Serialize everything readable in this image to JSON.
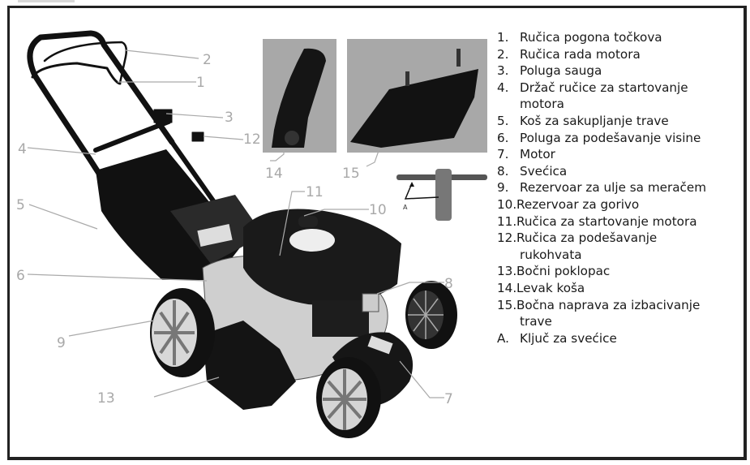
{
  "figure": {
    "subject": "lawn mower parts diagram",
    "callouts": [
      {
        "id": "1",
        "label": "1"
      },
      {
        "id": "2",
        "label": "2"
      },
      {
        "id": "3",
        "label": "3"
      },
      {
        "id": "4",
        "label": "4"
      },
      {
        "id": "5",
        "label": "5"
      },
      {
        "id": "6",
        "label": "6"
      },
      {
        "id": "7",
        "label": "7"
      },
      {
        "id": "8",
        "label": "8"
      },
      {
        "id": "9",
        "label": "9"
      },
      {
        "id": "10",
        "label": "10"
      },
      {
        "id": "11",
        "label": "11"
      },
      {
        "id": "12",
        "label": "12"
      },
      {
        "id": "13",
        "label": "13"
      },
      {
        "id": "14",
        "label": "14"
      },
      {
        "id": "15",
        "label": "15"
      },
      {
        "id": "A",
        "label": "A"
      }
    ]
  },
  "legend": {
    "items": [
      {
        "num": "1.",
        "text": "Ručica pogona točkova"
      },
      {
        "num": "2.",
        "text": "Ručica rada motora"
      },
      {
        "num": "3.",
        "text": "Poluga sauga"
      },
      {
        "num": "4.",
        "text": "Držač ručice za startovanje",
        "cont": "motora"
      },
      {
        "num": "5.",
        "text": "Koš za sakupljanje trave"
      },
      {
        "num": "6.",
        "text": "Poluga za podešavanje visine"
      },
      {
        "num": "7.",
        "text": "Motor"
      },
      {
        "num": "8.",
        "text": "Svećica"
      },
      {
        "num": "9.",
        "text": "Rezervoar za ulje sa meračem"
      },
      {
        "num": "10.",
        "text": "Rezervoar za gorivo"
      },
      {
        "num": "11.",
        "text": "Ručica za startovanje motora"
      },
      {
        "num": "12.",
        "text": "Ručica za podešavanje",
        "cont": "rukohvata"
      },
      {
        "num": "13.",
        "text": "Bočni poklopac"
      },
      {
        "num": "14.",
        "text": "Levak koša"
      },
      {
        "num": "15.",
        "text": "Bočna naprava za izbacivanje",
        "cont": "trave"
      },
      {
        "num": "A.",
        "text": "Ključ za svećice"
      }
    ]
  }
}
